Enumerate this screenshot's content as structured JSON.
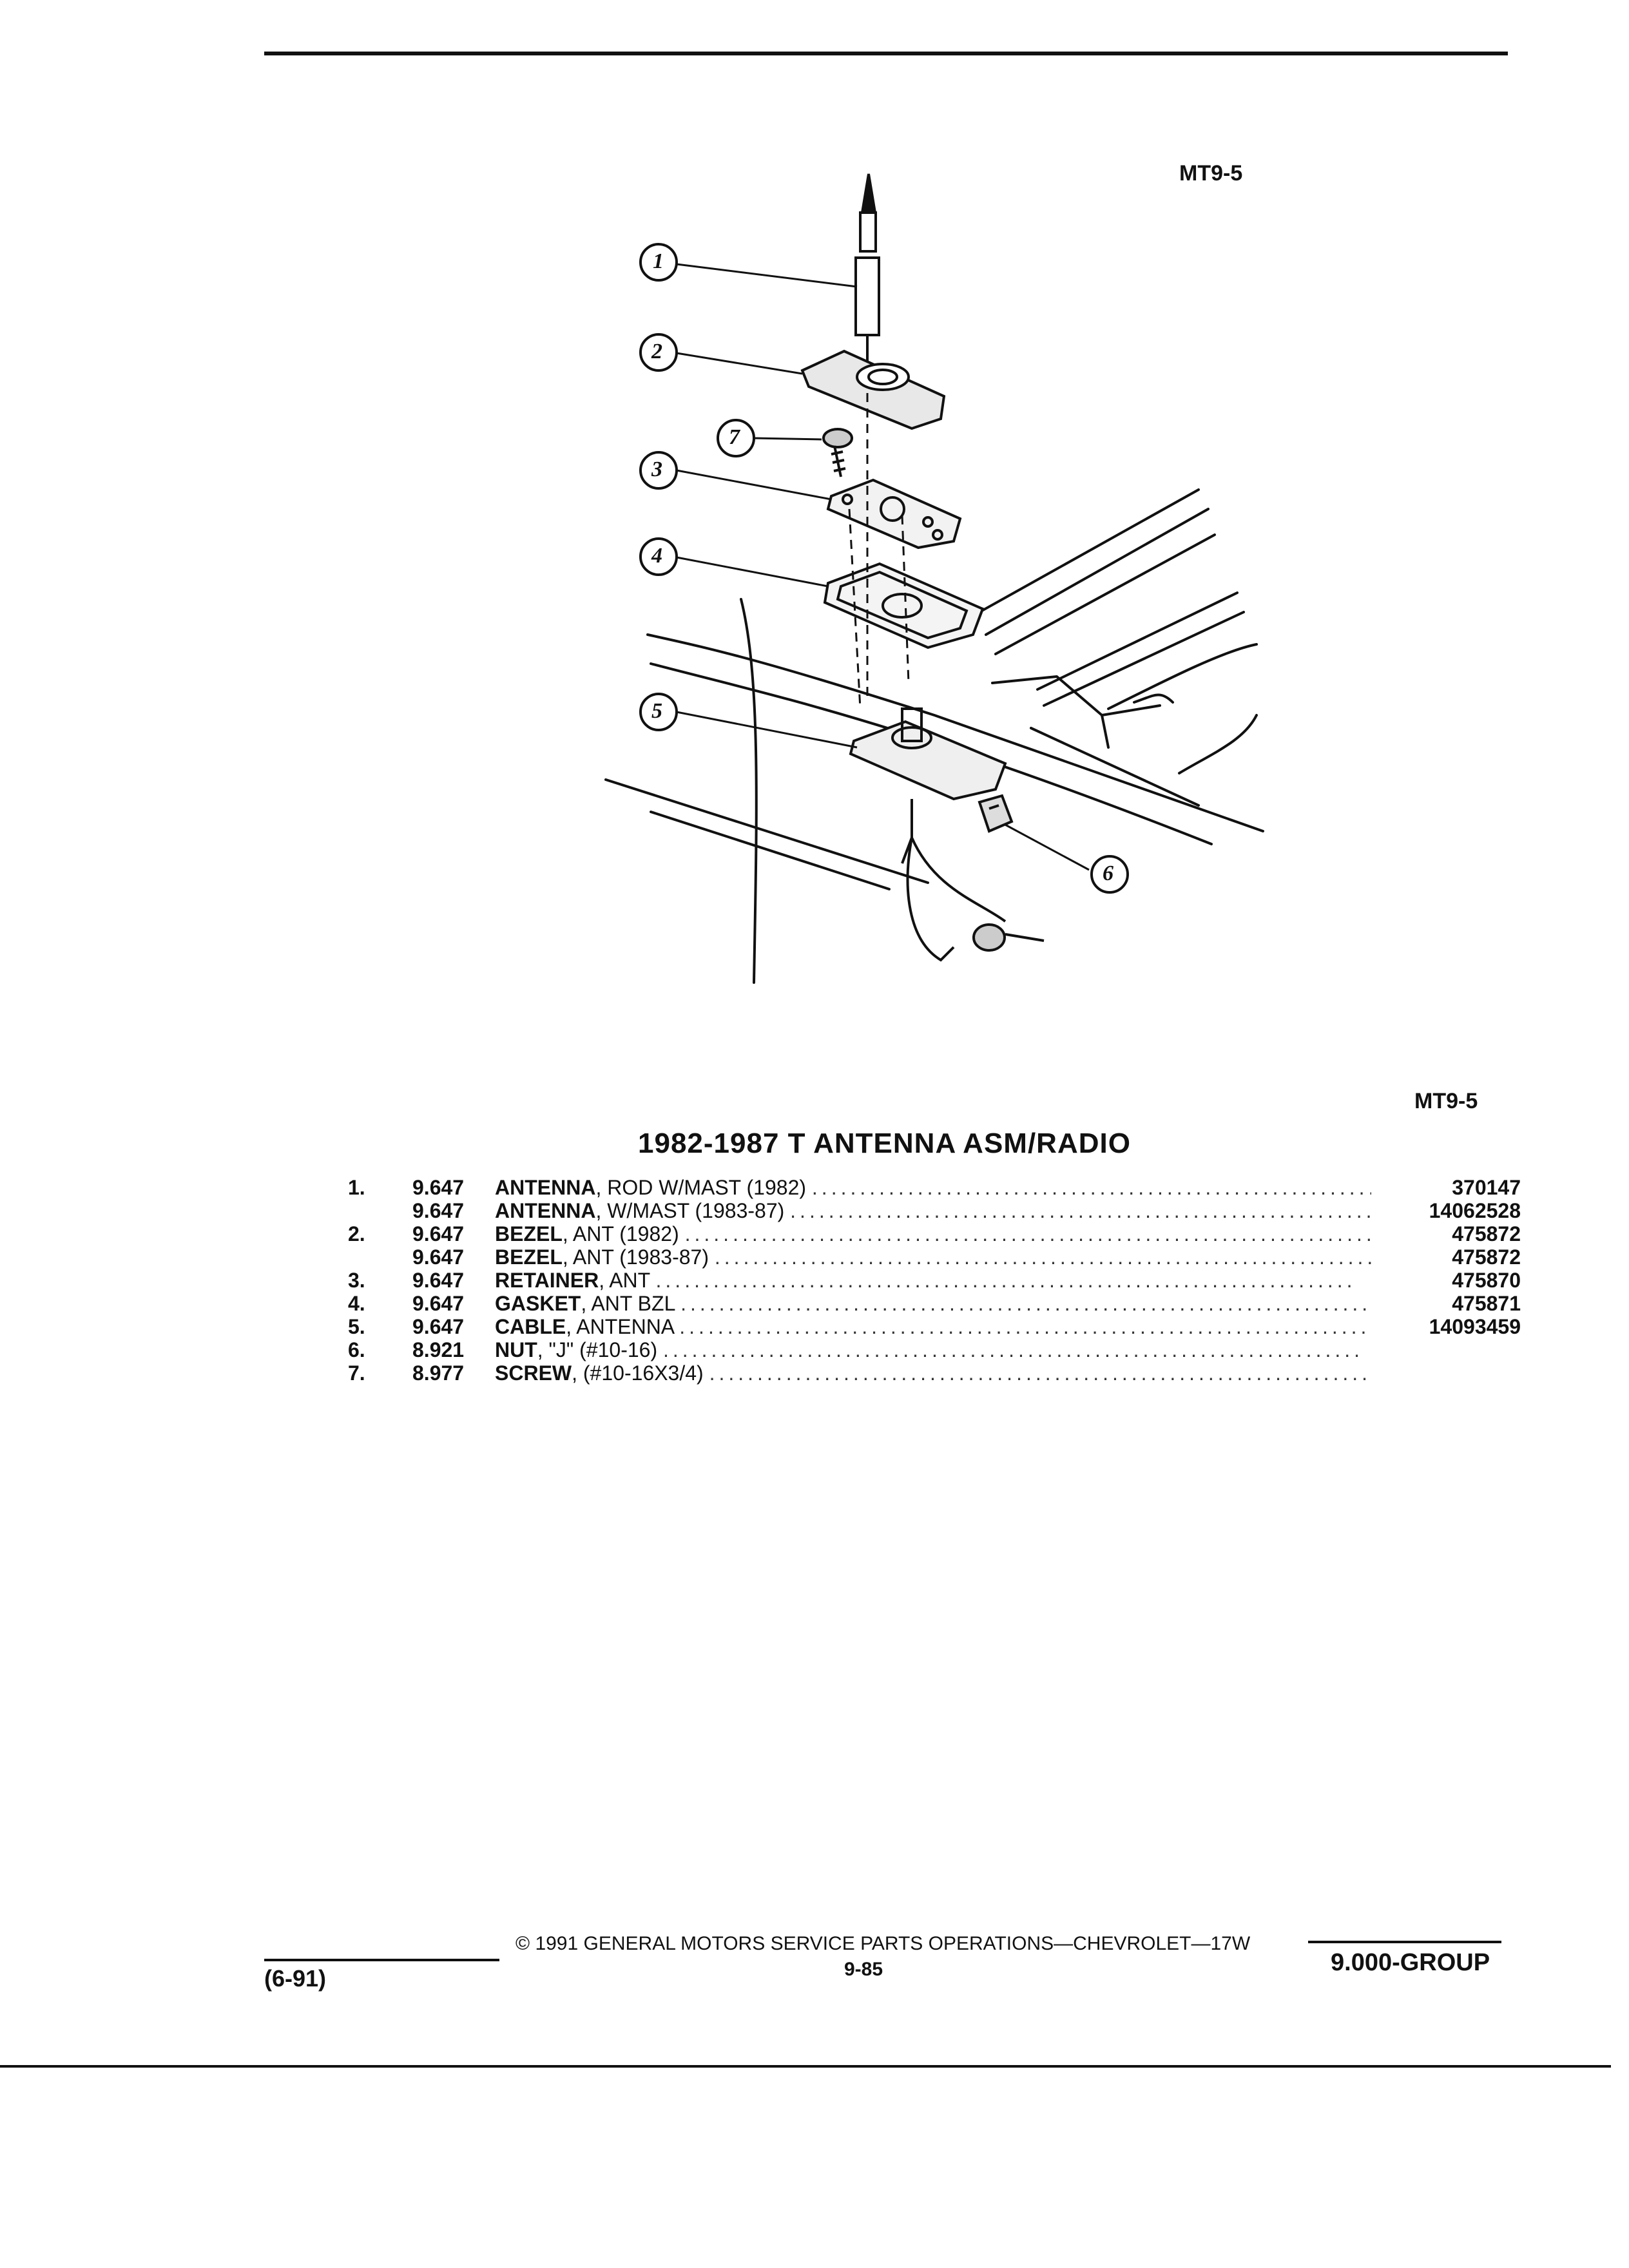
{
  "header": {
    "figure_code_top": "MT9-5",
    "figure_code_bottom": "MT9-5"
  },
  "diagram": {
    "callouts": [
      "1",
      "2",
      "3",
      "4",
      "5",
      "6",
      "7"
    ]
  },
  "parts": {
    "title": "1982-1987 T ANTENNA ASM/RADIO",
    "rows": [
      {
        "index": "1.",
        "group": "9.647",
        "name": "ANTENNA",
        "detail": ", ROD W/MAST (1982)",
        "part": "370147"
      },
      {
        "index": "",
        "group": "9.647",
        "name": "ANTENNA",
        "detail": ", W/MAST (1983-87)",
        "part": "14062528"
      },
      {
        "index": "2.",
        "group": "9.647",
        "name": "BEZEL",
        "detail": ", ANT (1982)",
        "part": "475872"
      },
      {
        "index": "",
        "group": "9.647",
        "name": "BEZEL",
        "detail": ", ANT (1983-87)",
        "part": "475872"
      },
      {
        "index": "3.",
        "group": "9.647",
        "name": "RETAINER",
        "detail": ", ANT",
        "part": "475870"
      },
      {
        "index": "4.",
        "group": "9.647",
        "name": "GASKET",
        "detail": ", ANT BZL",
        "part": "475871"
      },
      {
        "index": "5.",
        "group": "9.647",
        "name": "CABLE",
        "detail": ", ANTENNA",
        "part": "14093459"
      },
      {
        "index": "6.",
        "group": "8.921",
        "name": "NUT",
        "detail": ", \"J\" (#10-16)",
        "part": ""
      },
      {
        "index": "7.",
        "group": "8.977",
        "name": "SCREW",
        "detail": ", (#10-16X3/4)",
        "part": ""
      }
    ]
  },
  "footer": {
    "copyright": "© 1991 GENERAL MOTORS SERVICE PARTS OPERATIONS—CHEVROLET—17W",
    "page": "9-85",
    "date": "(6-91)",
    "group": "9.000-GROUP"
  }
}
